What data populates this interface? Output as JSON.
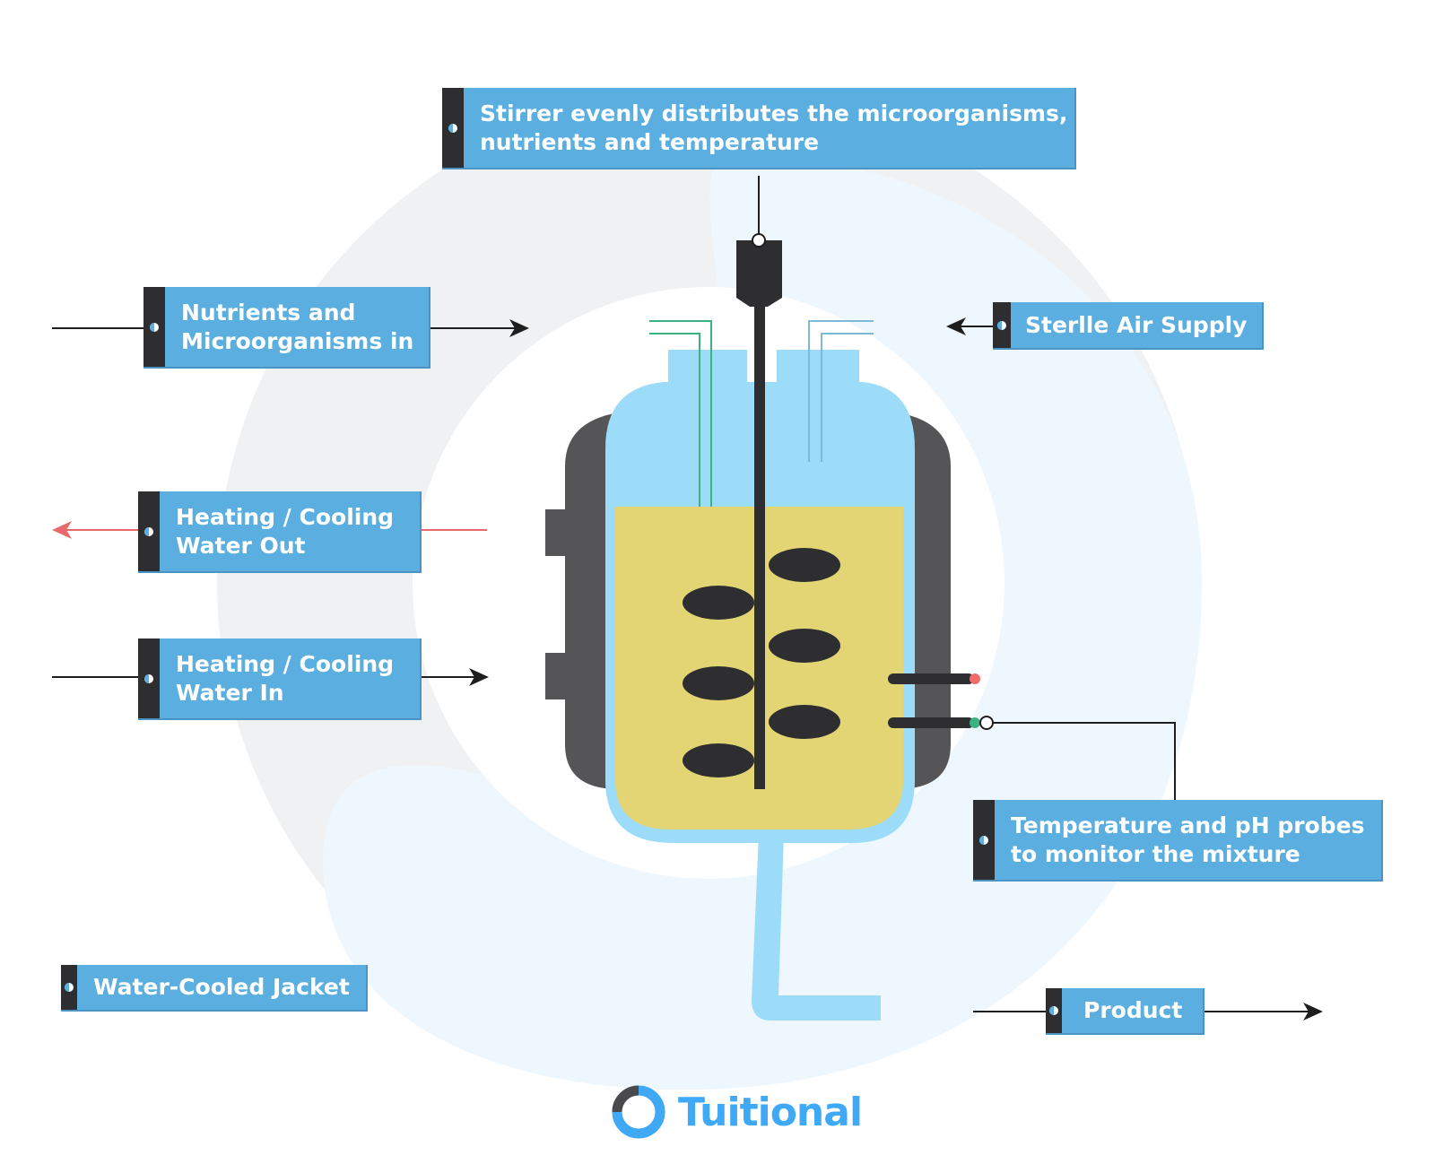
{
  "labels": {
    "stirrer_line1": "Stirrer evenly distributes the microorganisms,",
    "stirrer_line2": "nutrients and temperature",
    "nutrients_line1": "Nutrients and",
    "nutrients_line2": "Microorganisms in",
    "air": "Sterlle Air Supply",
    "water_out_line1": "Heating / Cooling",
    "water_out_line2": "Water Out",
    "water_in_line1": "Heating / Cooling",
    "water_in_line2": "Water In",
    "probes_line1": "Temperature and pH probes",
    "probes_line2": "to monitor the mixture",
    "jacket": "Water-Cooled Jacket",
    "product": "Product"
  },
  "brand": {
    "name": "Tuitional"
  },
  "colors": {
    "label_blue": "#5aaee0",
    "label_tab": "#2e2e30",
    "vessel_glass": "#9ddcf8",
    "broth": "#e3d574",
    "jacket": "#555557",
    "paddle": "#2e2e30",
    "probe_red": "#f26b6b",
    "probe_green": "#3bb380",
    "arrow_red": "#e86a6a",
    "brand_blue": "#3fa9f5",
    "bg_grey": "#f0f1f3",
    "bg_blue": "#eef7fd"
  }
}
